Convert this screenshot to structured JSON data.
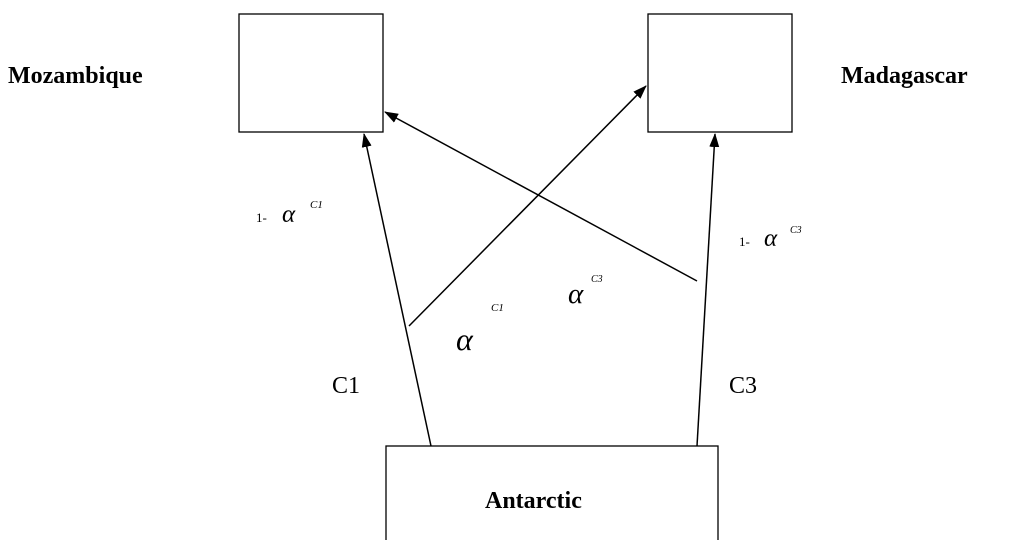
{
  "nodes": {
    "mozambique": "Mozambique",
    "madagascar": "Madagascar",
    "antarctic": "Antarctic"
  },
  "routes": {
    "c1": "C1",
    "c3": "C3"
  },
  "probabilities": {
    "prefix": "1-",
    "alpha": "α",
    "c1_sup": "C1",
    "c3_sup": "C3"
  }
}
